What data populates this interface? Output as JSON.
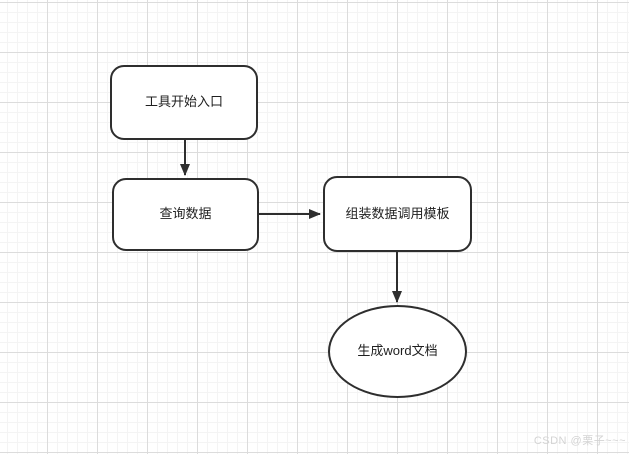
{
  "diagram": {
    "type": "flowchart",
    "nodes": [
      {
        "id": "start",
        "shape": "rounded-rect",
        "label": "工具开始入口"
      },
      {
        "id": "query",
        "shape": "rounded-rect",
        "label": "查询数据"
      },
      {
        "id": "assemble",
        "shape": "rounded-rect",
        "label": "组装数据调用模板"
      },
      {
        "id": "output",
        "shape": "ellipse",
        "label": "生成word文档"
      }
    ],
    "edges": [
      {
        "from": "start",
        "to": "query",
        "direction": "down"
      },
      {
        "from": "query",
        "to": "assemble",
        "direction": "right"
      },
      {
        "from": "assemble",
        "to": "output",
        "direction": "down"
      }
    ],
    "colors": {
      "canvas_bg": "#ffffff",
      "grid_minor": "#f4f4f4",
      "grid_major": "#dcdcdc",
      "node_fill": "#ffffff",
      "node_border": "#2e2e2e",
      "edge": "#2e2e2e",
      "text": "#1f1f1f",
      "watermark": "#d4d4d4"
    }
  },
  "watermark": {
    "text": "CSDN @栗子~~~"
  }
}
